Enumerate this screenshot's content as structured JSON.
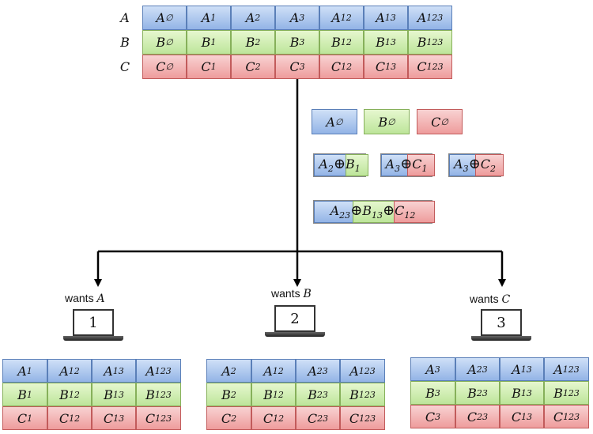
{
  "row_labels": [
    "A",
    "B",
    "C"
  ],
  "subsets": [
    "∅",
    "1",
    "2",
    "3",
    "12",
    "13",
    "123"
  ],
  "transmissions": {
    "singles": [
      {
        "letter": "B",
        "sub": "∅"
      },
      {
        "letter": "A",
        "sub": "∅"
      },
      {
        "letter": "C",
        "sub": "∅"
      }
    ],
    "pairs": [
      {
        "left": {
          "letter": "A",
          "sub": "2"
        },
        "right": {
          "letter": "B",
          "sub": "1"
        }
      },
      {
        "left": {
          "letter": "A",
          "sub": "3"
        },
        "right": {
          "letter": "C",
          "sub": "1"
        }
      },
      {
        "left": {
          "letter": "A",
          "sub": "3"
        },
        "right": {
          "letter": "C",
          "sub": "2"
        }
      }
    ],
    "triple": [
      {
        "letter": "A",
        "sub": "23"
      },
      {
        "letter": "B",
        "sub": "13"
      },
      {
        "letter": "C",
        "sub": "12"
      }
    ],
    "xor_symbol": "⊕"
  },
  "users": [
    {
      "number": "1",
      "want_text": "wants",
      "want_file": "A",
      "cache": [
        [
          {
            "letter": "A",
            "sub": "1"
          },
          {
            "letter": "A",
            "sub": "12"
          },
          {
            "letter": "A",
            "sub": "13"
          },
          {
            "letter": "A",
            "sub": "123"
          }
        ],
        [
          {
            "letter": "B",
            "sub": "1"
          },
          {
            "letter": "B",
            "sub": "12"
          },
          {
            "letter": "B",
            "sub": "13"
          },
          {
            "letter": "B",
            "sub": "123"
          }
        ],
        [
          {
            "letter": "C",
            "sub": "1"
          },
          {
            "letter": "C",
            "sub": "12"
          },
          {
            "letter": "C",
            "sub": "13"
          },
          {
            "letter": "C",
            "sub": "123"
          }
        ]
      ]
    },
    {
      "number": "2",
      "want_text": "wants",
      "want_file": "B",
      "cache": [
        [
          {
            "letter": "A",
            "sub": "2"
          },
          {
            "letter": "A",
            "sub": "12"
          },
          {
            "letter": "A",
            "sub": "23"
          },
          {
            "letter": "A",
            "sub": "123"
          }
        ],
        [
          {
            "letter": "B",
            "sub": "2"
          },
          {
            "letter": "B",
            "sub": "12"
          },
          {
            "letter": "B",
            "sub": "23"
          },
          {
            "letter": "B",
            "sub": "123"
          }
        ],
        [
          {
            "letter": "C",
            "sub": "2"
          },
          {
            "letter": "C",
            "sub": "12"
          },
          {
            "letter": "C",
            "sub": "23"
          },
          {
            "letter": "C",
            "sub": "123"
          }
        ]
      ]
    },
    {
      "number": "3",
      "want_text": "wants",
      "want_file": "C",
      "cache": [
        [
          {
            "letter": "A",
            "sub": "3"
          },
          {
            "letter": "A",
            "sub": "23"
          },
          {
            "letter": "A",
            "sub": "13"
          },
          {
            "letter": "A",
            "sub": "123"
          }
        ],
        [
          {
            "letter": "B",
            "sub": "3"
          },
          {
            "letter": "B",
            "sub": "23"
          },
          {
            "letter": "B",
            "sub": "13"
          },
          {
            "letter": "B",
            "sub": "123"
          }
        ],
        [
          {
            "letter": "C",
            "sub": "3"
          },
          {
            "letter": "C",
            "sub": "23"
          },
          {
            "letter": "C",
            "sub": "13"
          },
          {
            "letter": "C",
            "sub": "123"
          }
        ]
      ]
    }
  ],
  "colors": {
    "A": "#a9c4ee",
    "B": "#cdeeb0",
    "C": "#f2b3b3",
    "line": "#000000"
  }
}
